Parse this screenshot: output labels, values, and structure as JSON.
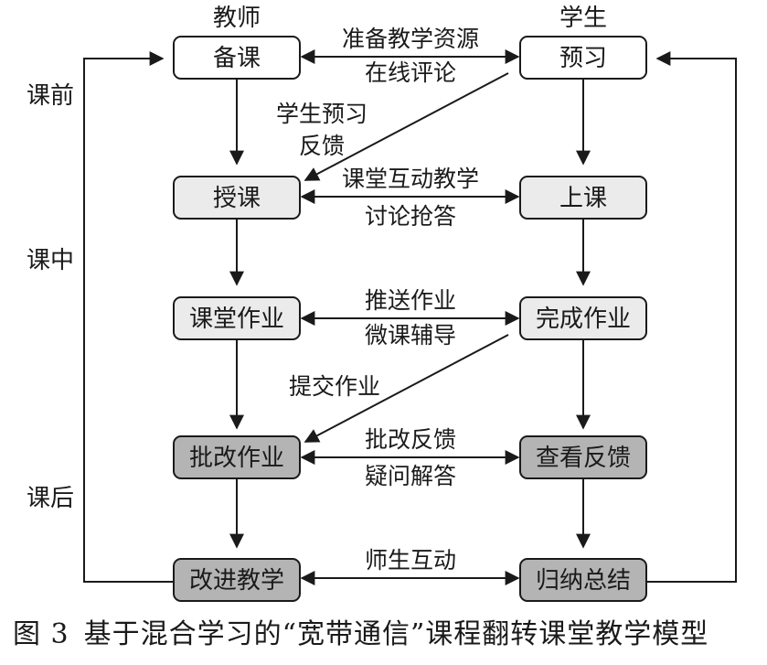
{
  "headers": {
    "teacher": "教师",
    "student": "学生"
  },
  "phases": {
    "before": "课前",
    "during": "课中",
    "after": "课后"
  },
  "teacher_nodes": [
    "备课",
    "授课",
    "课堂作业",
    "批改作业",
    "改进教学"
  ],
  "student_nodes": [
    "预习",
    "上课",
    "完成作业",
    "查看反馈",
    "归纳总结"
  ],
  "links": [
    {
      "line1": "准备教学资源",
      "line2": "在线评论"
    },
    {
      "line1": "课堂互动教学",
      "line2": "讨论抢答"
    },
    {
      "line1": "推送作业",
      "line2": "微课辅导"
    },
    {
      "line1": "批改反馈",
      "line2": "疑问解答"
    },
    {
      "line1": "师生互动",
      "line2": ""
    }
  ],
  "diagonal_labels": {
    "preview_feedback": [
      "学生预习",
      "反馈"
    ],
    "submit_homework": "提交作业"
  },
  "caption": {
    "figure_no": "图 3",
    "title": "基于混合学习的“宽带通信”课程翻转课堂教学模型"
  },
  "colors": {
    "light_fill": "#ebebeb",
    "dark_fill": "#b4b4b4",
    "white_fill": "#ffffff",
    "stroke": "#1a1a1a"
  }
}
